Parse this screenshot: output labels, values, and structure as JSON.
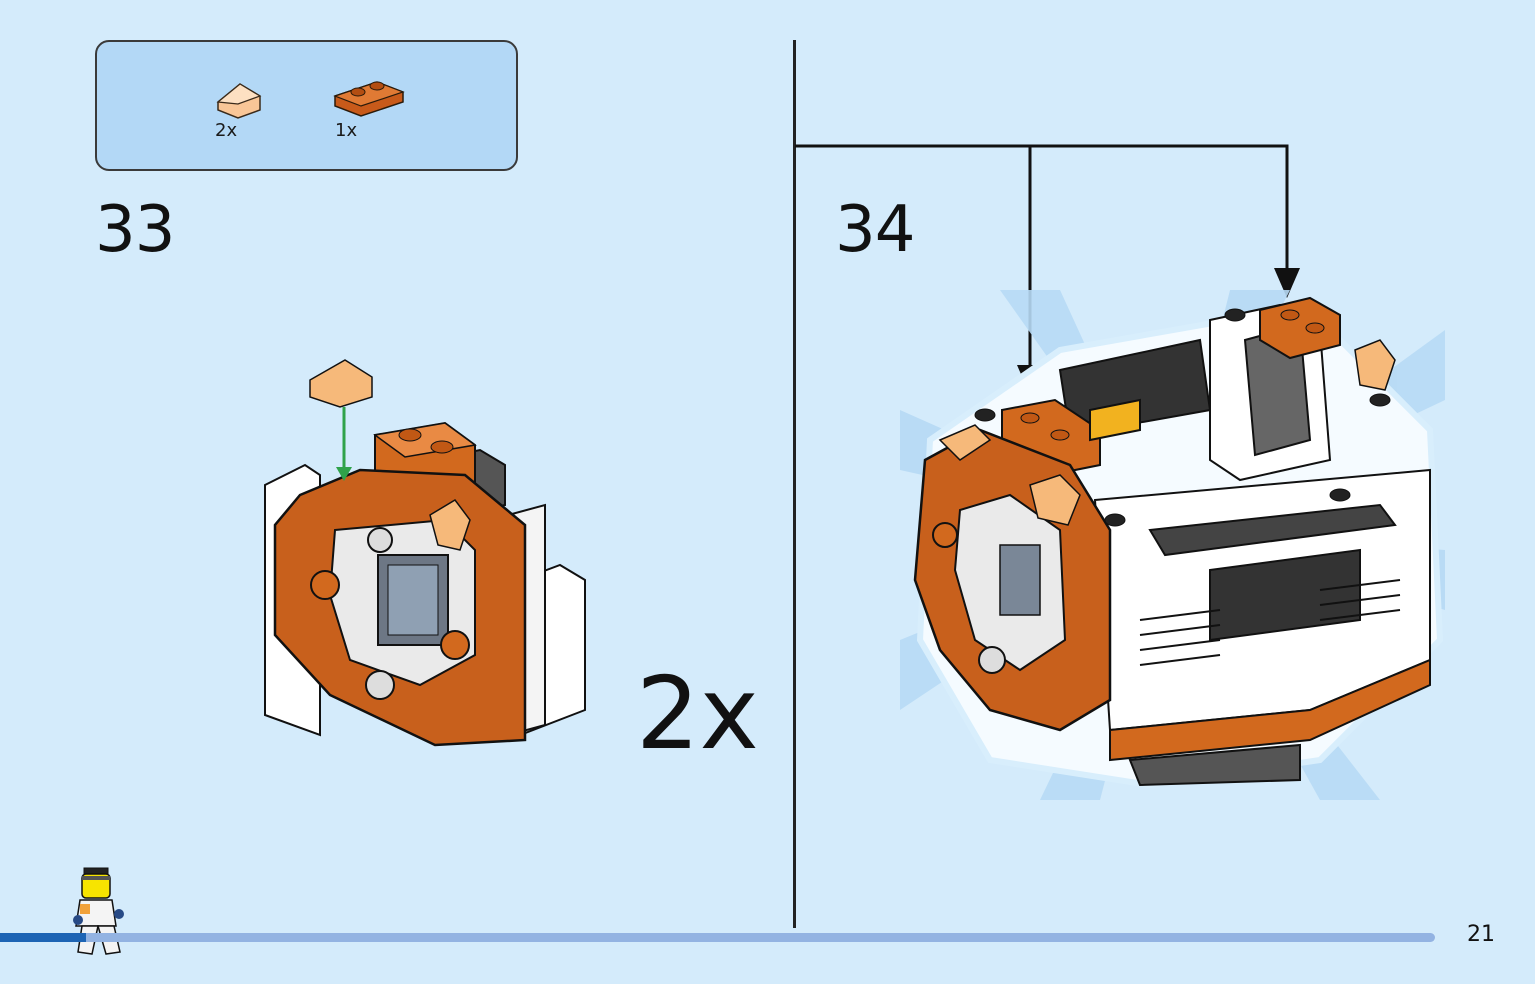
{
  "parts_box": {
    "items": [
      {
        "qty": "2x",
        "icon": "slope-trans-orange-icon"
      },
      {
        "qty": "1x",
        "icon": "plate-orange-1x2-icon"
      }
    ]
  },
  "steps": [
    {
      "number": "33",
      "multiplier": "2x"
    },
    {
      "number": "34"
    }
  ],
  "page_number": "21",
  "progress": 0.06,
  "colors": {
    "background": "#d4ebfb",
    "parts_box": "#b3d8f6",
    "orange": "#d2691e",
    "trans_orange": "#f6b97a",
    "progress_track": "#93b3e2",
    "progress_fill": "#1d64b4"
  }
}
